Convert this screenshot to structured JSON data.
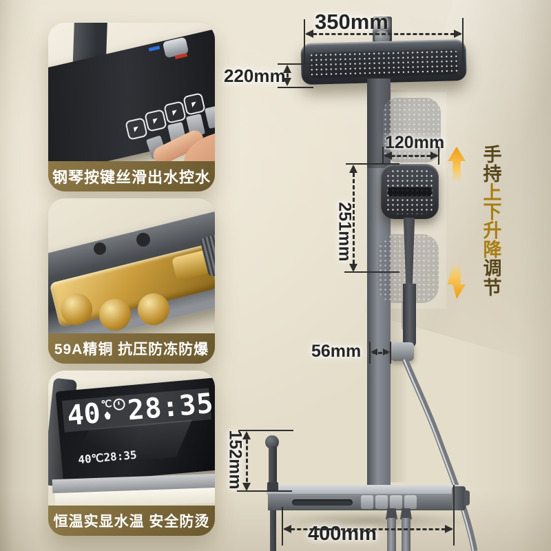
{
  "features": [
    {
      "caption": "钢琴按键丝滑出水控水"
    },
    {
      "caption": "59A精铜 抗压防冻防爆"
    },
    {
      "caption": "恒温实显水温 安全防烫"
    }
  ],
  "display": {
    "temp": "40",
    "unit": "℃",
    "time": "28:35",
    "reflection": "40℃28:35"
  },
  "dims": {
    "head_width": "350mm",
    "head_height": "220mm",
    "hand_width": "120mm",
    "slide_range": "251mm",
    "holder_depth": "56mm",
    "sprayer_height": "152mm",
    "body_width": "400mm"
  },
  "slide": {
    "part1": "手持",
    "part2": "上下升降",
    "part3": "调节"
  },
  "colors": {
    "caption_bg": "#7b6839",
    "gold_text": "#a87d12",
    "gold_dark": "#57471b",
    "arrow_orange": "#f2a41f",
    "dim_text": "#252525",
    "wall": "#e4ddca",
    "metal_dark": "#3a3d42",
    "brass": "#c89a3a"
  }
}
